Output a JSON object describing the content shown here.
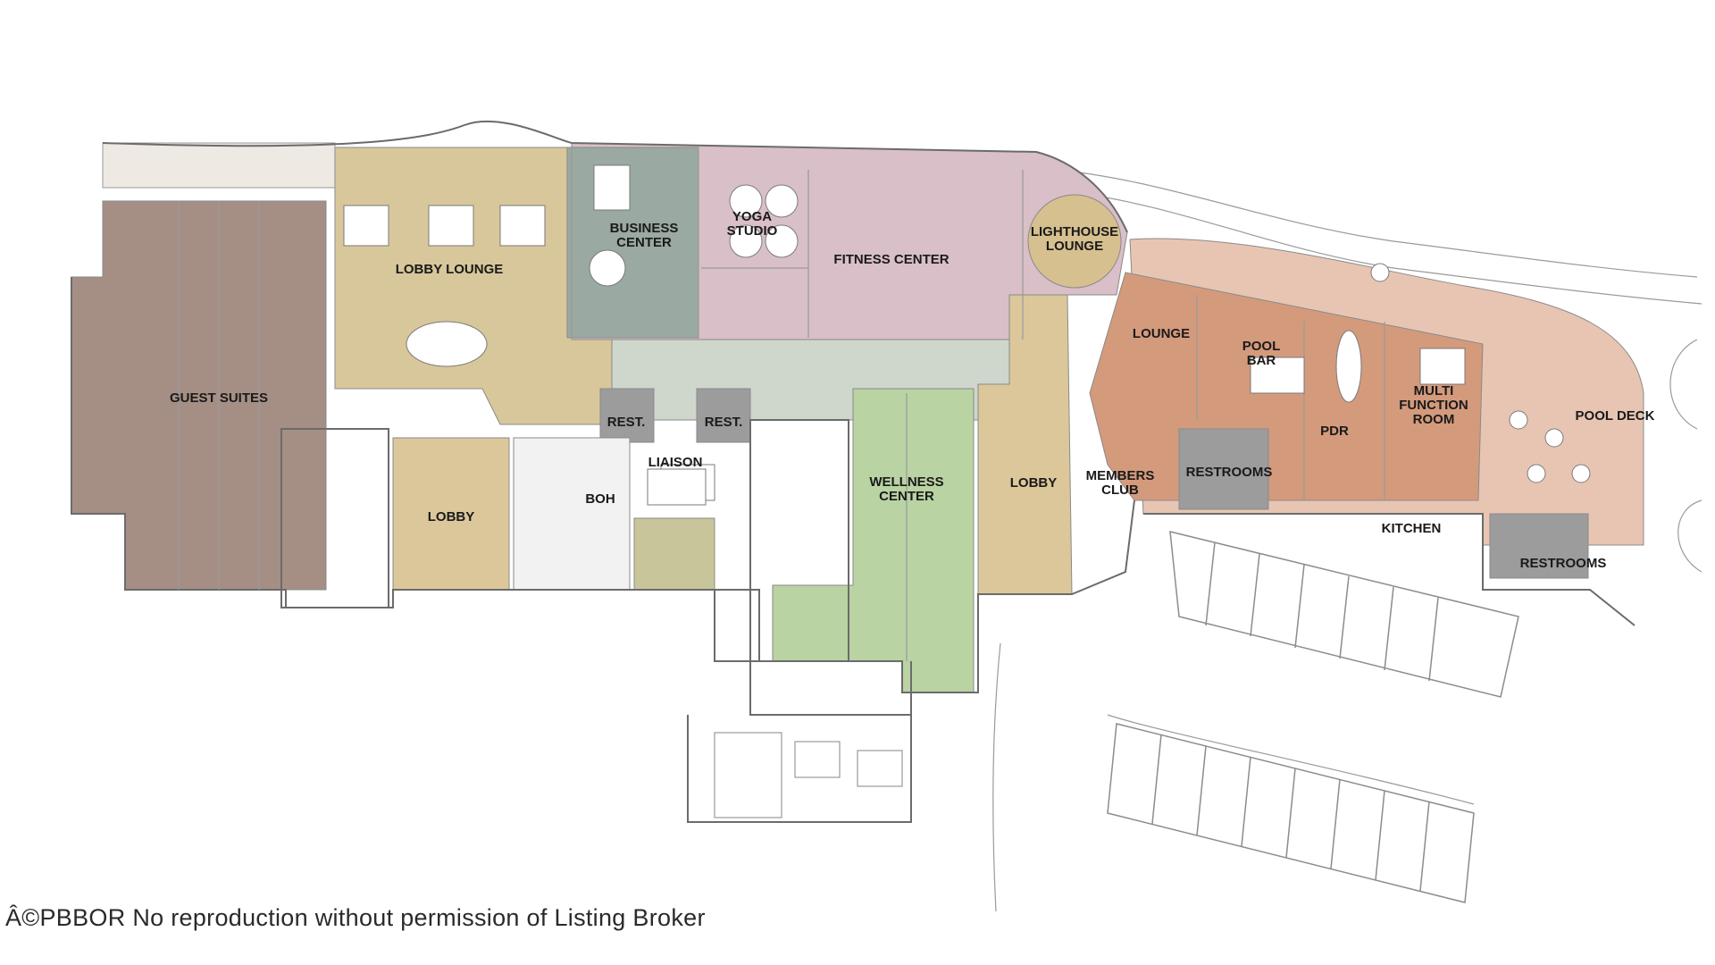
{
  "colors": {
    "guest_suites": "#a58f85",
    "lobby_lounge": "#d8c79a",
    "business_center": "#9aa9a1",
    "fitness_center": "#d9bfc7",
    "lighthouse_lounge": "#d6c08f",
    "lobby_east": "#dbc79a",
    "lounge": "#d49a7c",
    "pool_deck": "#e8c5b3",
    "wellness": "#b9d3a3",
    "restrooms": "#9c9c9c",
    "liaison": "#c9c59a",
    "boh": "#f2f2f2",
    "path": "#cfd6cc"
  },
  "rooms": {
    "guest_suites": "GUEST SUITES",
    "lobby_lounge": "LOBBY LOUNGE",
    "business_center": "BUSINESS CENTER",
    "yoga_studio": "YOGA STUDIO",
    "fitness_center": "FITNESS CENTER",
    "lighthouse_lounge": "LIGHTHOUSE LOUNGE",
    "lounge": "LOUNGE",
    "pool_bar": "POOL BAR",
    "multi_function_room": "MULTI FUNCTION ROOM",
    "pool_deck": "POOL DECK",
    "pdr": "PDR",
    "rest_1": "REST.",
    "rest_2": "REST.",
    "liaison": "LIAISON",
    "boh": "BOH",
    "lobby_west": "LOBBY",
    "wellness_center": "WELLNESS CENTER",
    "lobby_east": "LOBBY",
    "members_club": "MEMBERS CLUB",
    "restrooms_1": "RESTROOMS",
    "kitchen": "KITCHEN",
    "restrooms_2": "RESTROOMS"
  },
  "watermark": "Â©PBBOR No reproduction without permission of Listing Broker"
}
